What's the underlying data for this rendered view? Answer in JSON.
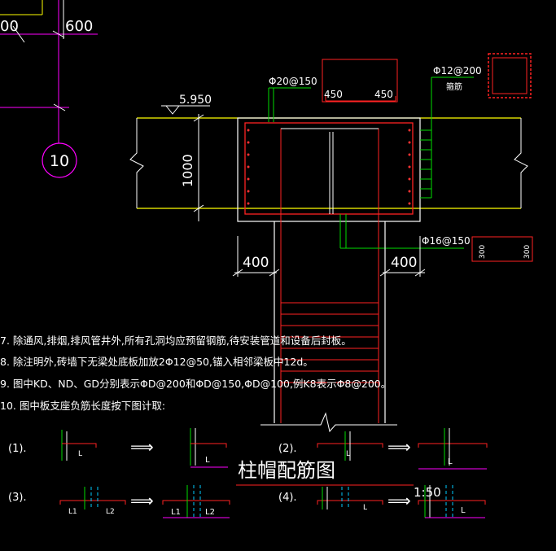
{
  "drawing": {
    "title": "柱帽配筋图",
    "scale": "1:50",
    "grid_axis": "10",
    "dim_top_left_a": "00",
    "dim_top_left_b": "600",
    "elevation": "5.950",
    "beam_height": "1000",
    "width_left": "400",
    "width_right": "400",
    "rebar_top": "Φ20@150",
    "rebar_side": "Φ12@200",
    "rebar_side_note": "箍筋",
    "rebar_bottom": "Φ16@150",
    "box_dim_a": "450",
    "box_dim_b": "450",
    "small_dim_a": "300",
    "small_dim_b": "300"
  },
  "notes": [
    "7. 除通风,排烟,排风管井外,所有孔洞均应预留钢筋,待安装管道和设备后封板。",
    "8. 除注明外,砖墙下无梁处底板加放2Φ12@50,锚入相邻梁板中12d。",
    "9. 图中KD、ND、GD分别表示ΦD@200和ΦD@150,ΦD@100,例K8表示Φ8@200。",
    "10. 图中板支座负筋长度按下图计取:"
  ],
  "schemes": {
    "s1": "(1).",
    "s2": "(2).",
    "s3": "(3).",
    "s4": "(4).",
    "L": "L",
    "L1": "L1",
    "L2": "L2",
    "arrow": "⟹"
  }
}
